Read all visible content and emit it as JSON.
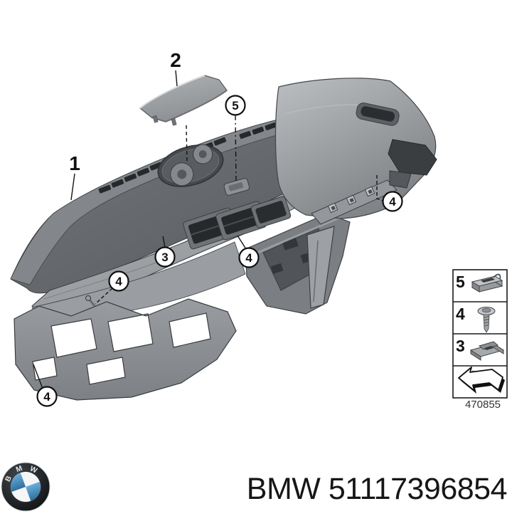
{
  "diagram": {
    "title_hint": "BMW instrument panel trim parts diagram",
    "callouts": [
      {
        "label": "1",
        "type": "plain"
      },
      {
        "label": "2",
        "type": "plain"
      },
      {
        "label": "5",
        "type": "circled"
      },
      {
        "label": "3",
        "type": "circled"
      },
      {
        "label": "4",
        "type": "circled"
      },
      {
        "label": "4",
        "type": "circled"
      },
      {
        "label": "4",
        "type": "circled"
      },
      {
        "label": "4",
        "type": "circled"
      }
    ],
    "legend": {
      "items": [
        {
          "label": "5",
          "icon": "cage-nut-icon"
        },
        {
          "label": "4",
          "icon": "screw-icon"
        },
        {
          "label": "3",
          "icon": "spring-clip-icon"
        },
        {
          "label": "",
          "icon": "direction-arrow-icon"
        }
      ],
      "diagram_number": "470855"
    }
  },
  "footer": {
    "brand": "BMW",
    "part_number": "51117396854",
    "text": "BMW 51117396854",
    "logo_letters": [
      "B",
      "M",
      "W"
    ]
  },
  "colors": {
    "background": "#ffffff",
    "line": "#141414",
    "logo_blue": "#3f8dc0",
    "panel_light": "#b4b7b9",
    "panel_mid": "#8b8e92",
    "panel_dark": "#5e6165",
    "vent_dark": "#26292c"
  }
}
